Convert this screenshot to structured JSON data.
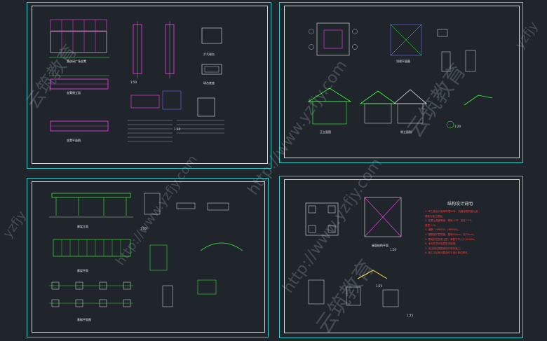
{
  "sheets": {
    "s1": {
      "title_center_left": "乒乓球台",
      "title_bottom_left": "球台底座",
      "label_a": "某休闲广场坐凳",
      "label_b": "坐凳侧立面",
      "label_c": "坐凳平面图",
      "scale_a": "1:50",
      "scale_b": "1:30"
    },
    "s2": {
      "label_plan": "顶视平面图",
      "label_elev": "正立面图",
      "label_side": "侧立面图",
      "scale": "1:20"
    },
    "s3": {
      "label_a": "廊架立面",
      "label_b": "廊架平面",
      "label_c": "基础平面图",
      "scale": "1:50"
    },
    "s4": {
      "label_plan": "屋面结构平面",
      "scale_a": "1:50",
      "scale_b": "1:25",
      "notes_title": "结构设计说明",
      "notes": [
        "1. 本工程设计使用年限50年，抗震设防烈度七度，",
        "   基础为独立基础。",
        "2. 混凝土强度等级：基础 C25，梁柱 C25，",
        "   垫层 C15。",
        "3. 钢筋：HPB300，HRB400。",
        "4. 钢筋保护层厚度：基础40mm，柱25mm。",
        "5. 基础开挖至老土层，承载力不小于120kPa。",
        "6. 木构件须作防腐防虫处理。",
        "7. 未注明处按国家现行规范施工。",
        "8. 施工中如有问题及时与设计单位联系。"
      ]
    }
  },
  "watermarks": {
    "url": "http://www.yzfjy.com",
    "brand": "云筑教育",
    "side": "yzfjy"
  },
  "colors": {
    "background": "#1f252b",
    "sheet_border": "#2fc7c7",
    "inner_frame": "#d8d8d8",
    "magenta": "#ff3df0",
    "green": "#3cff3c",
    "cyan": "#22d6e0",
    "red": "#ff3b3b",
    "yellow": "#ffd23c"
  }
}
